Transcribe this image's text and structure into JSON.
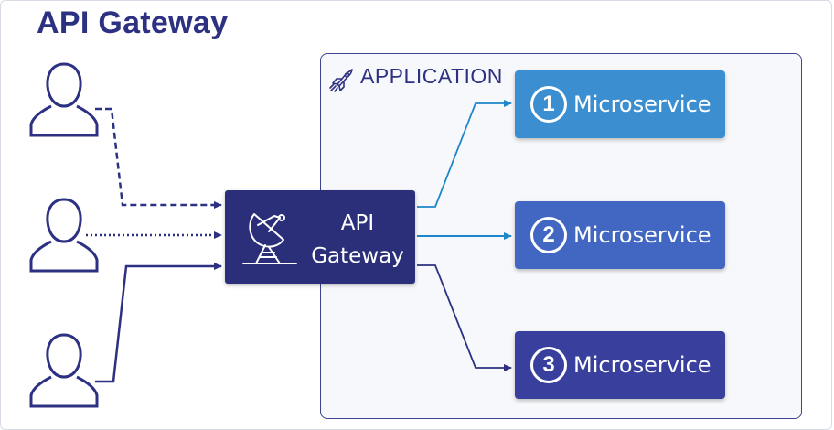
{
  "title": "API Gateway",
  "application": {
    "label": "APPLICATION"
  },
  "gateway": {
    "line1": "API",
    "line2": "Gateway"
  },
  "microservices": [
    {
      "number": "1",
      "label": "Microservice",
      "color": "#3b8fd0"
    },
    {
      "number": "2",
      "label": "Microservice",
      "color": "#4267c2"
    },
    {
      "number": "3",
      "label": "Microservice",
      "color": "#383f9c"
    }
  ],
  "colors": {
    "primary": "#2d3182",
    "gateway": "#2b2f7a",
    "accent": "#1e87c9"
  },
  "users": [
    {
      "icon": "user-icon",
      "connection": "dashed"
    },
    {
      "icon": "user-icon",
      "connection": "dotted"
    },
    {
      "icon": "user-icon",
      "connection": "solid"
    }
  ]
}
